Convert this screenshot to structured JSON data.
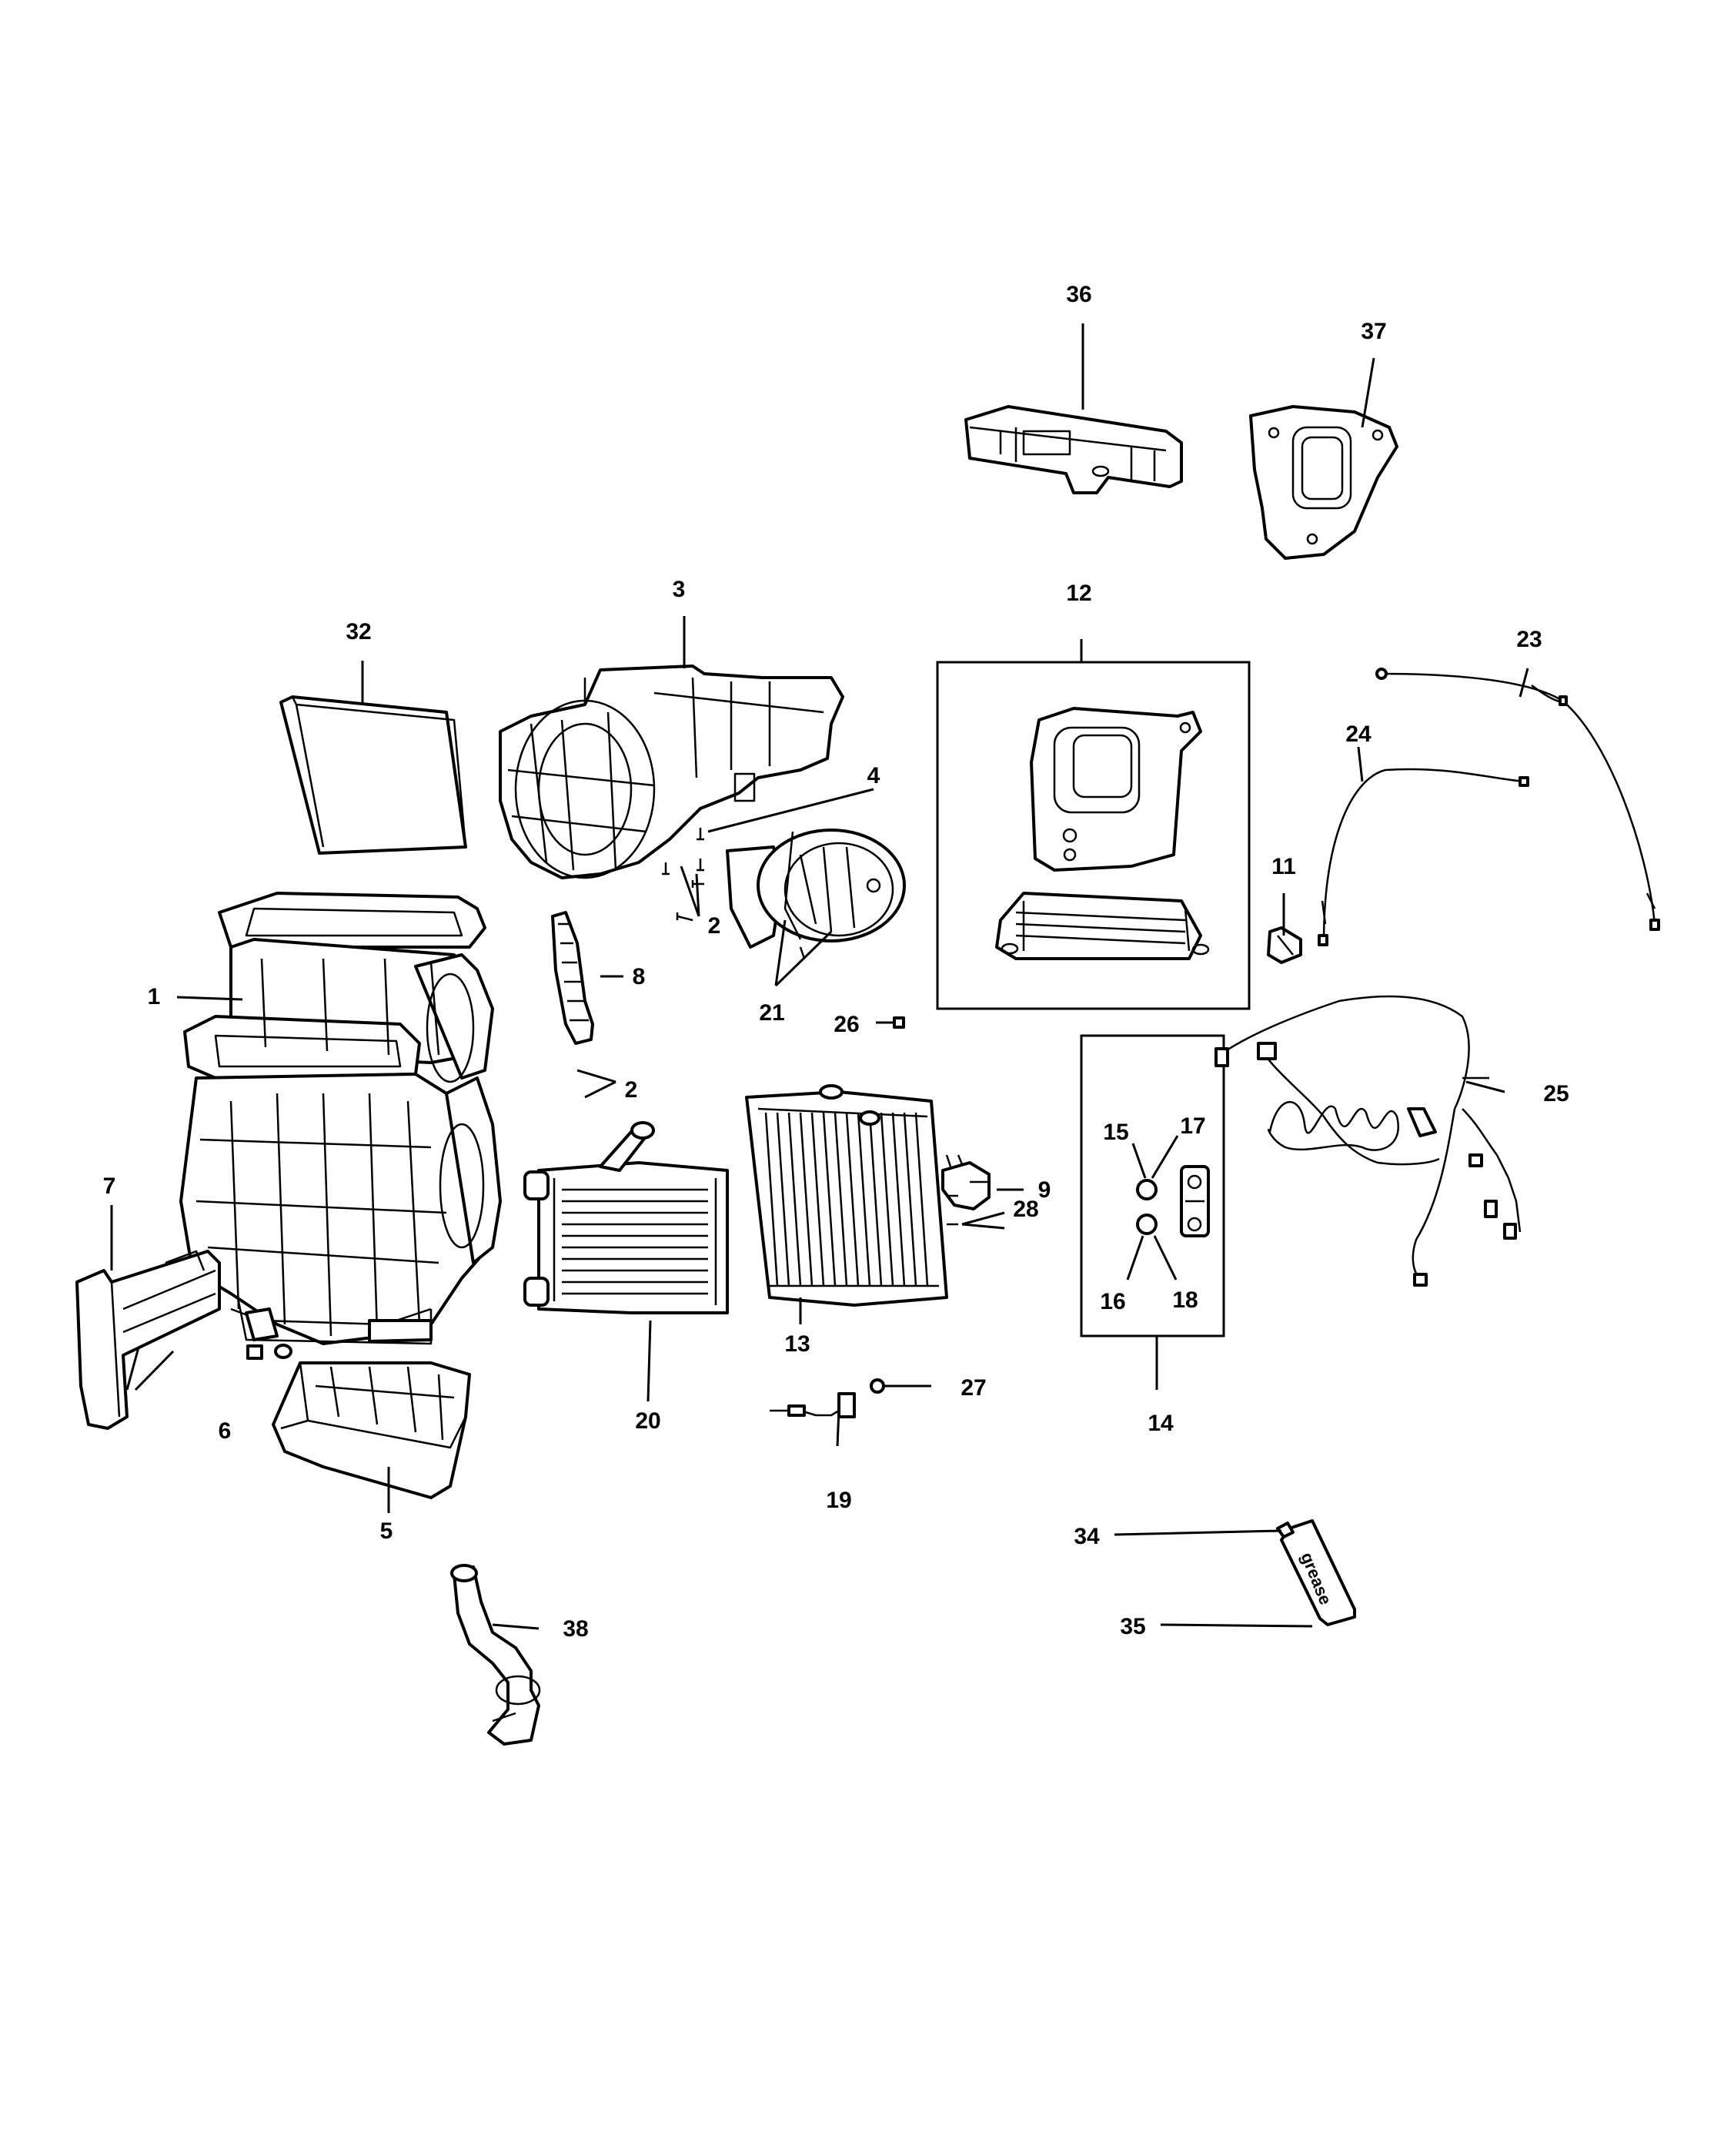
{
  "callouts": {
    "c1": "1",
    "c2a": "2",
    "c2b": "2",
    "c3": "3",
    "c4": "4",
    "c5": "5",
    "c6": "6",
    "c7": "7",
    "c8": "8",
    "c9": "9",
    "c11": "11",
    "c12": "12",
    "c13": "13",
    "c14": "14",
    "c15": "15",
    "c16": "16",
    "c17": "17",
    "c18": "18",
    "c19": "19",
    "c20": "20",
    "c21": "21",
    "c23": "23",
    "c24": "24",
    "c25": "25",
    "c26": "26",
    "c27": "27",
    "c28": "28",
    "c32": "32",
    "c34": "34",
    "c35": "35",
    "c36": "36",
    "c37": "37",
    "c38": "38"
  },
  "tube_text": "grease",
  "colors": {
    "line": "#000000",
    "background": "#ffffff",
    "shade": "#d9d9d9"
  }
}
